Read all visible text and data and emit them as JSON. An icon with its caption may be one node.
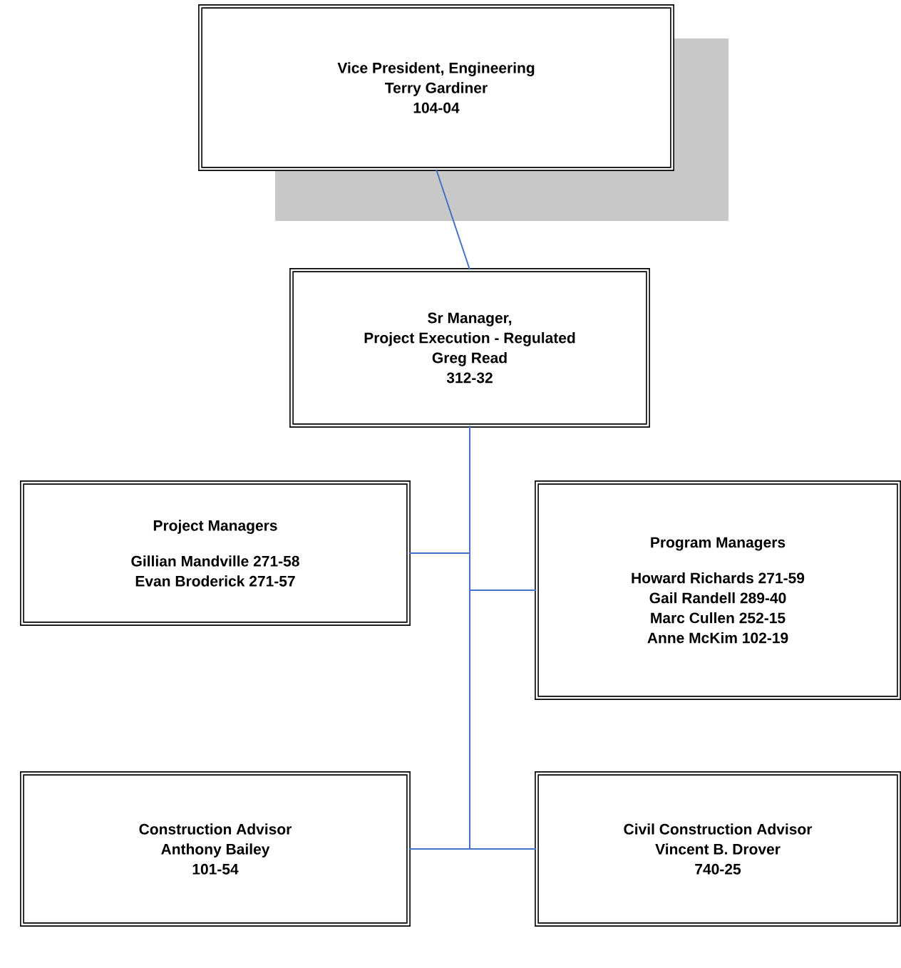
{
  "diagram": {
    "nodes": [
      {
        "text": [
          "Vice President, Engineering",
          "Terry Gardiner",
          "104-04"
        ]
      },
      {
        "text": [
          "Sr Manager,",
          "Project Execution - Regulated",
          "Greg Read",
          "312-32"
        ]
      },
      {
        "text": [
          "Project Managers",
          "Gillian Mandville 271-58",
          "Evan Broderick 271-57"
        ]
      },
      {
        "text": [
          "Program Managers",
          "Howard Richards 271-59",
          "Gail Randell 289-40",
          "Marc Cullen 252-15",
          "Anne McKim 102-19"
        ]
      },
      {
        "text": [
          "Construction Advisor",
          "Anthony Bailey",
          "101-54"
        ]
      },
      {
        "text": [
          "Civil Construction Advisor",
          "Vincent B. Drover",
          "740-25"
        ]
      }
    ],
    "edges": [
      {
        "from": 0,
        "to": 1,
        "arrow": "none"
      },
      {
        "from": 1,
        "to": 2,
        "arrow": "none"
      },
      {
        "from": 1,
        "to": 3,
        "arrow": "none"
      },
      {
        "from": 1,
        "to": 4,
        "arrow": "none"
      },
      {
        "from": 1,
        "to": 5,
        "arrow": "none"
      }
    ]
  }
}
